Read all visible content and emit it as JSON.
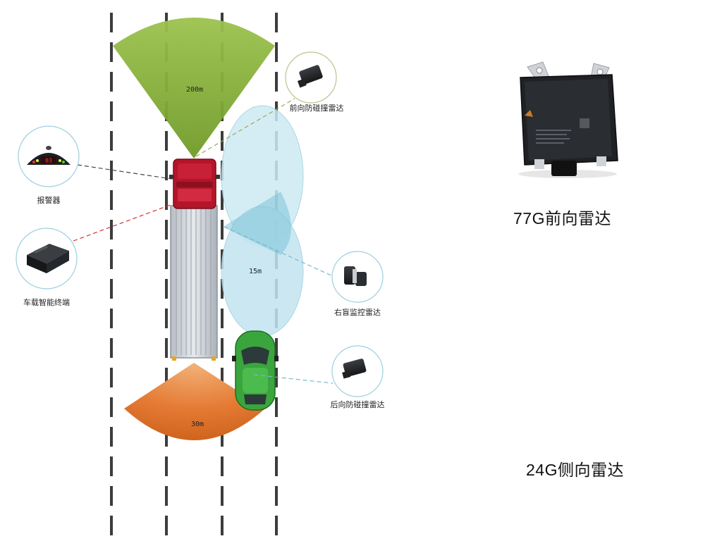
{
  "zones": {
    "front": "200m",
    "side": "15m",
    "rear": "30m"
  },
  "callouts": {
    "front_radar": "前向防碰撞雷达",
    "alarm": "报警器",
    "terminal": "车载智能终端",
    "blind_spot": "右盲监控雷达",
    "rear_radar": "后向防碰撞雷达"
  },
  "alarm_display": "03",
  "products": {
    "radar_77g": "77G前向雷达",
    "radar_24g": "24G侧向雷达"
  },
  "colors": {
    "front_zone": "#8db33f",
    "side_zone": "#bfe3ee",
    "rear_zone": "#e07a2b",
    "truck_cab": "#b3152a",
    "car": "#3aa53c"
  }
}
